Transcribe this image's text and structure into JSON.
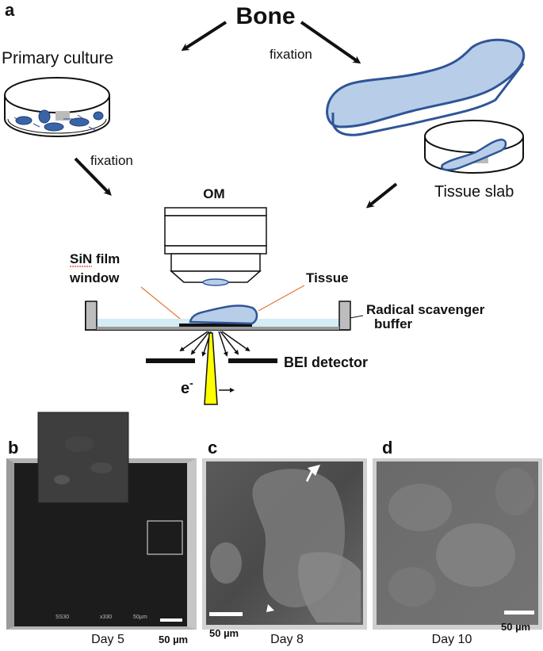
{
  "panel_labels": {
    "a": "a",
    "b": "b",
    "c": "c",
    "d": "d"
  },
  "top": {
    "bone": "Bone",
    "primary_culture": "Primary culture",
    "fixation_right": "fixation",
    "fixation_left": "fixation",
    "tissue_slab": "Tissue slab"
  },
  "apparatus": {
    "om": "OM",
    "sin_line1": "SiN film",
    "sin_line2": "window",
    "tissue": "Tissue",
    "scavenger_line1": "Radical scavenger",
    "scavenger_line2": "buffer",
    "bei_detector": "BEI detector",
    "electron": "e",
    "electron_sup": "-"
  },
  "micrographs": {
    "b": {
      "caption": "Day 5",
      "scale": "50 µm",
      "meta": [
        "SS30",
        "x330",
        "50µm"
      ]
    },
    "c": {
      "caption": "Day 8",
      "scale": "50 µm"
    },
    "d": {
      "caption": "Day 10",
      "scale": "50 µm"
    }
  },
  "colors": {
    "tissue_fill": "#b8cde8",
    "tissue_stroke": "#2f5597",
    "cell_fill": "#3a64a8",
    "beam": "#ffff00",
    "buffer": "#cde8f0"
  }
}
